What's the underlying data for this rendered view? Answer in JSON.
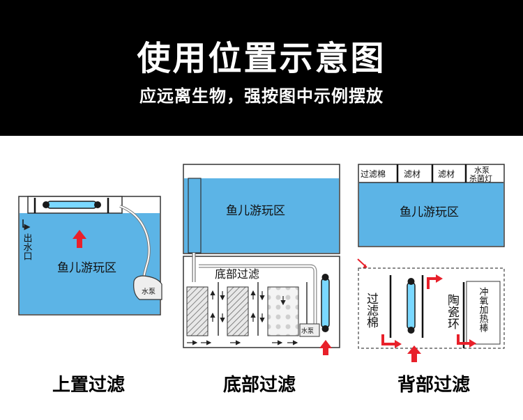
{
  "header": {
    "title": "使用位置示意图",
    "subtitle": "应远离生物，强按图中示例摆放"
  },
  "colors": {
    "water": "#5cb4e6",
    "arrow": "#e8202a",
    "uv_lamp": "#7ad8ff"
  },
  "panels": {
    "top": {
      "caption": "上置过滤",
      "zone_label": "鱼儿游玩区",
      "outlet_label": "出水口",
      "pump_label": "水泵"
    },
    "bottom": {
      "caption": "底部过滤",
      "zone_label": "鱼儿游玩区",
      "sump_label": "底部过滤",
      "pump_label": "水泵"
    },
    "back": {
      "caption": "背部过滤",
      "zone_label": "鱼儿游玩区",
      "compartments": [
        "过滤棉",
        "滤材",
        "滤材",
        "水泵",
        "杀菌灯"
      ],
      "cotton_label": "过滤棉",
      "ceramic_label": "陶瓷环",
      "heater_label": "冲氧加热棒"
    }
  }
}
